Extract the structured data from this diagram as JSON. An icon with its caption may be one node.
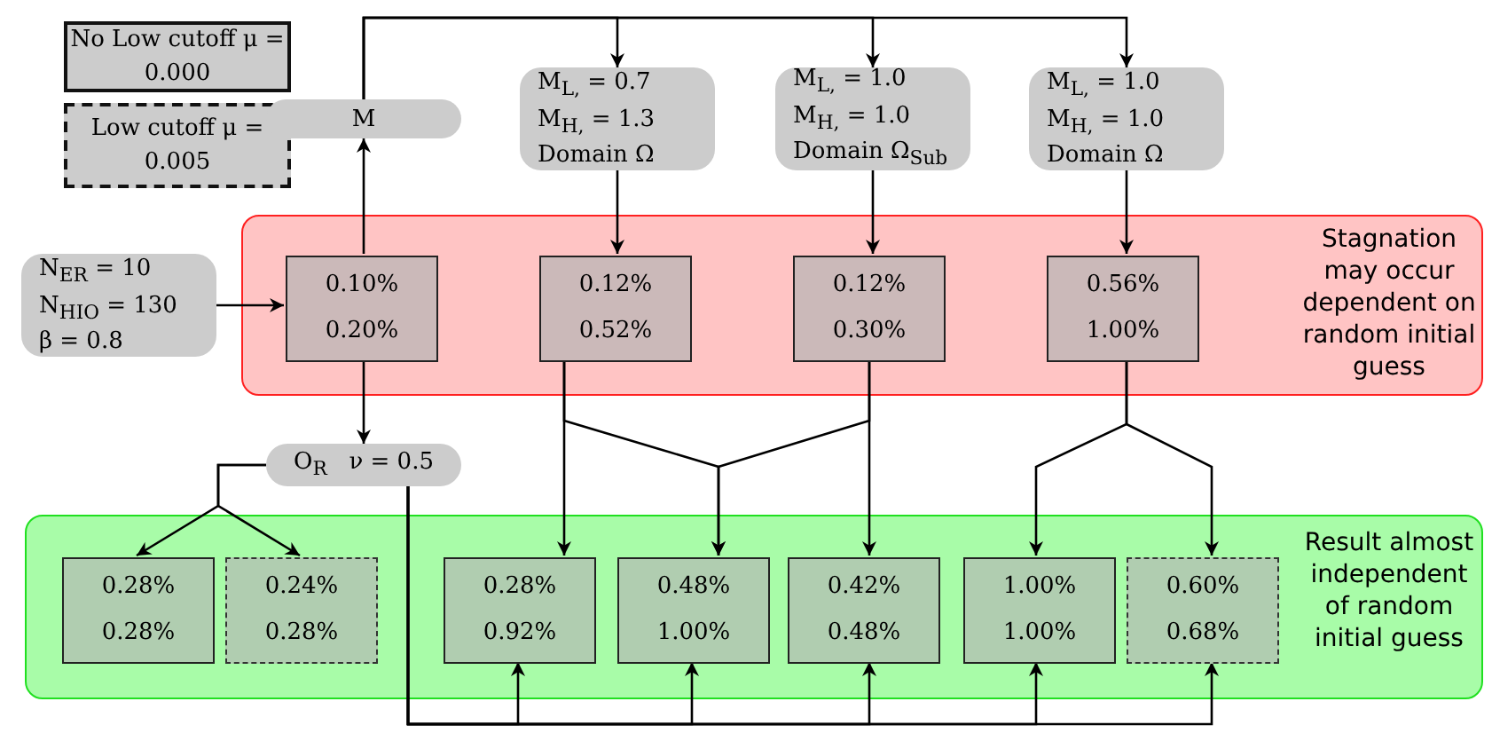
{
  "diagram": {
    "nodes": [
      {
        "text": [
          "M"
        ]
      },
      {
        "text": [
          "M$_{L,}$ = 0.7",
          "M$_{H,}$ = 1.3",
          "Domain Ω"
        ]
      },
      {
        "text": [
          "M$_{L,}$ = 1.0",
          "M$_{H,}$ = 1.0",
          "Domain Ω$_{Sub}$"
        ]
      },
      {
        "text": [
          "M$_{L,}$ = 1.0",
          "M$_{H,}$ = 1.0",
          "Domain Ω"
        ]
      },
      {
        "text": [
          "N$_{ER}$ = 10",
          "N$_{HIO}$ = 130",
          "β = 0.8"
        ]
      },
      {
        "text": [
          "Stagnation may occur dependent on random initial guess"
        ]
      },
      {
        "text": [
          "0.10%",
          "0.20%"
        ],
        "in": 5
      },
      {
        "text": [
          "0.12%",
          "0.52%"
        ],
        "in": 5
      },
      {
        "text": [
          "0.12%",
          "0.30%"
        ],
        "in": 5
      },
      {
        "text": [
          "0.56%",
          "1.00%"
        ],
        "in": 5
      },
      {
        "text": [
          "O$_{R}$   ν = 0.5"
        ]
      },
      {
        "text": [
          "Result almost independent of random initial guess"
        ]
      },
      {
        "text": [
          "0.28%",
          "0.28%"
        ],
        "in": 11
      },
      {
        "text": [
          "0.24%",
          "0.28%"
        ],
        "in": 11
      },
      {
        "text": [
          "0.28%",
          "0.92%"
        ],
        "in": 11
      },
      {
        "text": [
          "0.48%",
          "1.00%"
        ],
        "in": 11
      },
      {
        "text": [
          "0.42%",
          "0.48%"
        ],
        "in": 11
      },
      {
        "text": [
          "1.00%",
          "1.00%"
        ],
        "in": 11
      },
      {
        "text": [
          "0.60%",
          "0.68%"
        ],
        "in": 11
      }
    ],
    "edges": [
      {
        "from": 6,
        "to": 0,
        "arrow": "to"
      },
      {
        "from": 0,
        "to": 1,
        "arrow": "to"
      },
      {
        "from": 0,
        "to": 2,
        "arrow": "to"
      },
      {
        "from": 0,
        "to": 3,
        "arrow": "to"
      },
      {
        "from": 4,
        "to": 6,
        "arrow": "to"
      },
      {
        "from": 1,
        "to": 7,
        "arrow": "to"
      },
      {
        "from": 2,
        "to": 8,
        "arrow": "to"
      },
      {
        "from": 3,
        "to": 9,
        "arrow": "to"
      },
      {
        "from": 6,
        "to": 10,
        "arrow": "to"
      },
      {
        "from": 10,
        "to": 12,
        "arrow": "to"
      },
      {
        "from": 10,
        "to": 13,
        "arrow": "to"
      },
      {
        "from": 7,
        "to": 14,
        "arrow": "to"
      },
      {
        "from": 7,
        "to": 15,
        "arrow": "to"
      },
      {
        "from": 8,
        "to": 15,
        "arrow": "to"
      },
      {
        "from": 8,
        "to": 16,
        "arrow": "to"
      },
      {
        "from": 9,
        "to": 17,
        "arrow": "to"
      },
      {
        "from": 9,
        "to": 18,
        "arrow": "to"
      },
      {
        "from": 10,
        "to": 14,
        "arrow": "to"
      },
      {
        "from": 10,
        "to": 15,
        "arrow": "to"
      },
      {
        "from": 10,
        "to": 16,
        "arrow": "to"
      },
      {
        "from": 10,
        "to": 17,
        "arrow": "to"
      },
      {
        "from": 10,
        "to": 18,
        "arrow": "to"
      }
    ],
    "legend": [
      {
        "text": "No Low cutoff μ = 0.000"
      },
      {
        "text": "Low cutoff μ = 0.005"
      }
    ]
  }
}
